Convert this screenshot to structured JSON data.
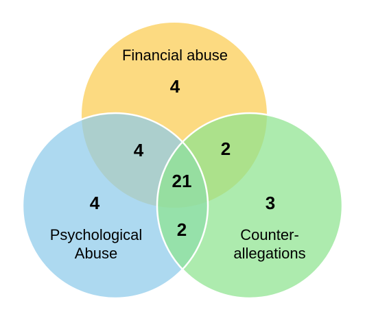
{
  "diagram": {
    "type": "venn",
    "sets": [
      {
        "id": "financial",
        "label_lines": [
          "Financial abuse"
        ],
        "color": "#fbd46b",
        "opacity": 0.85
      },
      {
        "id": "psychological",
        "label_lines": [
          "Psychological",
          "Abuse"
        ],
        "color": "#8ecbea",
        "opacity": 0.72
      },
      {
        "id": "counter",
        "label_lines": [
          "Counter-",
          "allegations"
        ],
        "color": "#8ee38f",
        "opacity": 0.72
      }
    ],
    "regions": {
      "financial_only": "4",
      "psychological_only": "4",
      "counter_only": "3",
      "financial_psychological": "4",
      "financial_counter": "2",
      "psychological_counter": "2",
      "all_three": "21"
    }
  }
}
